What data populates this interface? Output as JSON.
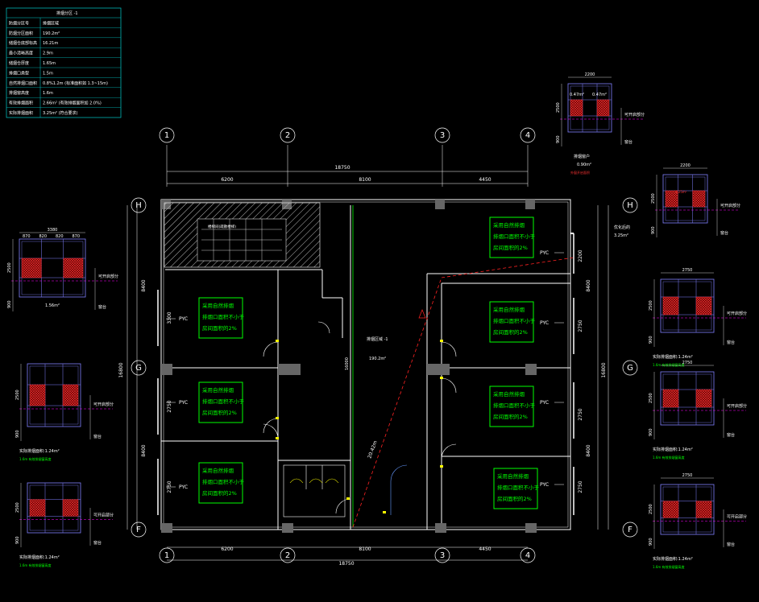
{
  "info_table": {
    "title": "排烟分区     -1",
    "rows": [
      {
        "k": "防烟分区号",
        "v": "排烟区域"
      },
      {
        "k": "防烟分区面积",
        "v": "190.2m²"
      },
      {
        "k": "储烟仓底部标高",
        "v": "16.21m"
      },
      {
        "k": "最小清晰高度",
        "v": "2.9m"
      },
      {
        "k": "储烟仓厚度",
        "v": "1.65m"
      },
      {
        "k": "排烟口类型",
        "v": "1.5m"
      },
      {
        "k": "自然排烟口面积",
        "v": "0.8%1.2m     (标准面积如 1.3~15m)"
      },
      {
        "k": "排烟窗高度",
        "v": "1.6m"
      },
      {
        "k": "有效排烟面积",
        "v": "2.66m²  (有效排烟面积如      2.0%)"
      },
      {
        "k": "实际排烟面积",
        "v": "3.25m²  (符合要求)"
      }
    ]
  },
  "grid": {
    "top": [
      "1",
      "2",
      "3",
      "4"
    ],
    "bottom": [
      "1",
      "2",
      "3",
      "4"
    ],
    "left": [
      "H",
      "G",
      "F"
    ],
    "right": [
      "H",
      "G",
      "F"
    ]
  },
  "dims": {
    "top_segments": [
      "6200",
      "8100",
      "4450"
    ],
    "top_total": "18750",
    "bottom_segments": [
      "6200",
      "8100",
      "4450"
    ],
    "bottom_total": "18750",
    "left_segments": [
      "8400",
      "8400"
    ],
    "left_total": "16800",
    "right_segments": [
      "8400",
      "8400"
    ],
    "right_total": "16800",
    "left_room_dims": [
      "3300",
      "2750",
      "2750"
    ],
    "right_room_dims": [
      "2200",
      "2750",
      "2750",
      "2750"
    ]
  },
  "plan": {
    "stair_label": "楼梯间(疏散楼梯)",
    "center_label": "排烟区域     -1",
    "center_sub": "190.2m²",
    "center_vertical": "16000",
    "diagonal_label": "20.42m",
    "pyc": "PYC"
  },
  "green_box": {
    "line1": "采用自然排烟",
    "line2": "排烟口面积不小于",
    "line3": "房间面积的2%"
  },
  "window_details": {
    "left": [
      {
        "top_total": "3380",
        "top_segs": [
          "870",
          "820",
          "820",
          "870"
        ],
        "side": "2500",
        "bottom": "900",
        "area": "1.56m²",
        "title": "",
        "sub": ""
      },
      {
        "side": "2500",
        "bottom": "900",
        "title": "实际排烟面积:1.24m²",
        "sub": "1.6m 有效排烟窗高度"
      },
      {
        "side": "2500",
        "bottom": "900",
        "title": "实际排烟面积:1.24m²",
        "sub": "1.6m 有效排烟窗高度"
      }
    ],
    "right": [
      {
        "top_total": "2200",
        "side": "2500",
        "bottom": "900",
        "title": "优化后的",
        "sub": "3.25m²",
        "area": "3.25m²"
      },
      {
        "top_total": "2750",
        "side": "2500",
        "bottom": "900",
        "title": "实际排烟面积:1.24m²",
        "sub": "1.6m 有效排烟窗高度"
      },
      {
        "top_total": "2750",
        "side": "2500",
        "bottom": "900",
        "title": "实际排烟面积:1.24m²",
        "sub": "1.6m 有效排烟窗高度"
      },
      {
        "top_total": "2750",
        "side": "2500",
        "bottom": "900",
        "title": "实际排烟面积:1.24m²",
        "sub": "1.6m 有效排烟窗高度"
      }
    ],
    "top": {
      "top_total": "2200",
      "side": "2500",
      "bottom": "900",
      "title": "排烟窗户",
      "sub": "0.90m²",
      "note": "外窗开启面积",
      "a1": "0.47m²",
      "a2": "0.47m²"
    }
  },
  "labels": {
    "opening_label": "可开启部分",
    "sill": "窗台"
  },
  "colors": {
    "background": "#000000",
    "wall": "#ffffff",
    "green": "#00ff00",
    "red": "#ff2222",
    "magenta": "#ff00ff",
    "blue_frame": "#8080ff",
    "yellow": "#ffff00"
  }
}
